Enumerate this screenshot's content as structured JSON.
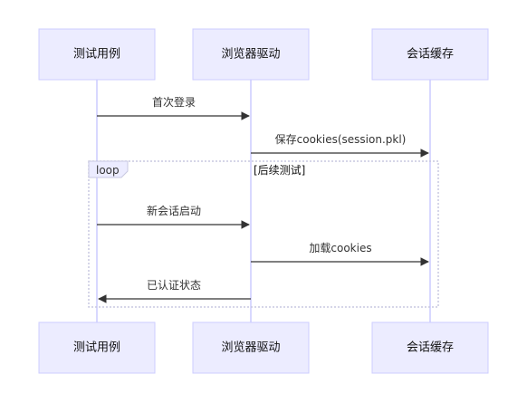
{
  "actors": [
    {
      "id": "test",
      "label": "测试用例"
    },
    {
      "id": "driver",
      "label": "浏览器驱动"
    },
    {
      "id": "cache",
      "label": "会话缓存"
    }
  ],
  "messages": [
    {
      "from": "test",
      "to": "driver",
      "label": "首次登录"
    },
    {
      "from": "driver",
      "to": "cache",
      "label": "保存cookies(session.pkl)"
    },
    {
      "from": "test",
      "to": "driver",
      "label": "新会话启动"
    },
    {
      "from": "driver",
      "to": "cache",
      "label": "加载cookies"
    },
    {
      "from": "driver",
      "to": "test",
      "label": "已认证状态"
    }
  ],
  "loop": {
    "keyword": "loop",
    "condition": "[后续测试]"
  },
  "colors": {
    "actor_fill": "#ECECFF",
    "actor_stroke": "#CCCCFF",
    "line": "#333333"
  }
}
